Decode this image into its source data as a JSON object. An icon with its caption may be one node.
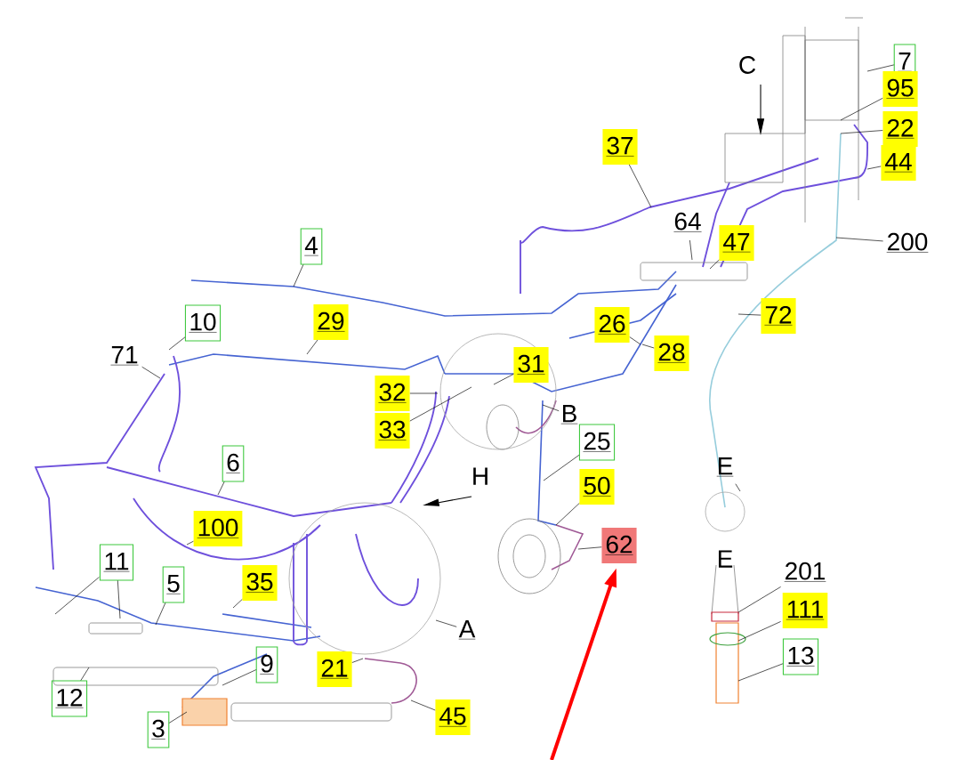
{
  "diagram": {
    "nodes": [
      {
        "text": [
          "7"
        ]
      },
      {
        "text": [
          "95"
        ]
      },
      {
        "text": [
          "22"
        ]
      },
      {
        "text": [
          "37"
        ]
      },
      {
        "text": [
          "44"
        ]
      },
      {
        "text": [
          "64"
        ]
      },
      {
        "text": [
          "47"
        ]
      },
      {
        "text": [
          "200"
        ]
      },
      {
        "text": [
          "4"
        ]
      },
      {
        "text": [
          "72"
        ]
      },
      {
        "text": [
          "10"
        ]
      },
      {
        "text": [
          "29"
        ]
      },
      {
        "text": [
          "26"
        ]
      },
      {
        "text": [
          "71"
        ]
      },
      {
        "text": [
          "28"
        ]
      },
      {
        "text": [
          "31"
        ]
      },
      {
        "text": [
          "32"
        ]
      },
      {
        "text": [
          "B"
        ]
      },
      {
        "text": [
          "33"
        ]
      },
      {
        "text": [
          "25"
        ]
      },
      {
        "text": [
          "6"
        ]
      },
      {
        "text": [
          "50"
        ]
      },
      {
        "text": [
          "E"
        ]
      },
      {
        "text": [
          "100"
        ]
      },
      {
        "text": [
          "62"
        ]
      },
      {
        "text": [
          "11"
        ]
      },
      {
        "text": [
          "5"
        ]
      },
      {
        "text": [
          "35"
        ]
      },
      {
        "text": [
          "A"
        ]
      },
      {
        "text": [
          "201"
        ]
      },
      {
        "text": [
          "111"
        ]
      },
      {
        "text": [
          "13"
        ]
      },
      {
        "text": [
          "21"
        ]
      },
      {
        "text": [
          "9"
        ]
      },
      {
        "text": [
          "12"
        ]
      },
      {
        "text": [
          "3"
        ]
      },
      {
        "text": [
          "45"
        ]
      }
    ],
    "edges": [
      {
        "from": 0,
        "to": null,
        "arrow": "none"
      },
      {
        "from": 1,
        "to": null,
        "arrow": "none"
      },
      {
        "from": 2,
        "to": null,
        "arrow": "none"
      },
      {
        "from": 3,
        "to": null,
        "arrow": "none"
      },
      {
        "from": 4,
        "to": null,
        "arrow": "none"
      },
      {
        "from": 5,
        "to": null,
        "arrow": "none"
      },
      {
        "from": 6,
        "to": null,
        "arrow": "none"
      },
      {
        "from": 7,
        "to": null,
        "arrow": "none"
      },
      {
        "from": 8,
        "to": null,
        "arrow": "none"
      },
      {
        "from": 9,
        "to": null,
        "arrow": "none"
      },
      {
        "from": 10,
        "to": null,
        "arrow": "none"
      },
      {
        "from": 11,
        "to": null,
        "arrow": "none"
      },
      {
        "from": 12,
        "to": null,
        "arrow": "none"
      },
      {
        "from": 13,
        "to": null,
        "arrow": "none"
      },
      {
        "from": 14,
        "to": null,
        "arrow": "none"
      },
      {
        "from": 15,
        "to": null,
        "arrow": "none"
      },
      {
        "from": 16,
        "to": null,
        "arrow": "none"
      },
      {
        "from": 17,
        "to": null,
        "arrow": "none"
      },
      {
        "from": 18,
        "to": null,
        "arrow": "none"
      },
      {
        "from": 19,
        "to": null,
        "arrow": "none"
      },
      {
        "from": 20,
        "to": null,
        "arrow": "none"
      },
      {
        "from": 21,
        "to": null,
        "arrow": "none"
      },
      {
        "from": 22,
        "to": null,
        "arrow": "none"
      },
      {
        "from": 23,
        "to": null,
        "arrow": "none"
      },
      {
        "from": 24,
        "to": null,
        "arrow": "none"
      },
      {
        "from": 25,
        "to": null,
        "arrow": "none"
      },
      {
        "from": 25,
        "to": null,
        "arrow": "none"
      },
      {
        "from": 26,
        "to": null,
        "arrow": "none"
      },
      {
        "from": 27,
        "to": null,
        "arrow": "none"
      },
      {
        "from": 28,
        "to": null,
        "arrow": "none"
      },
      {
        "from": 29,
        "to": null,
        "arrow": "none"
      },
      {
        "from": 30,
        "to": null,
        "arrow": "none"
      },
      {
        "from": 31,
        "to": null,
        "arrow": "none"
      },
      {
        "from": 32,
        "to": null,
        "arrow": "none"
      },
      {
        "from": 33,
        "to": null,
        "arrow": "none"
      },
      {
        "from": 34,
        "to": null,
        "arrow": "none"
      },
      {
        "from": 35,
        "to": null,
        "arrow": "none"
      },
      {
        "from": 36,
        "to": null,
        "arrow": "none"
      },
      {
        "from": null,
        "to": 24,
        "arrow": "to",
        "style": "thick",
        "color": "#ff0000"
      }
    ],
    "labels": [
      "C",
      "H",
      "E"
    ]
  }
}
